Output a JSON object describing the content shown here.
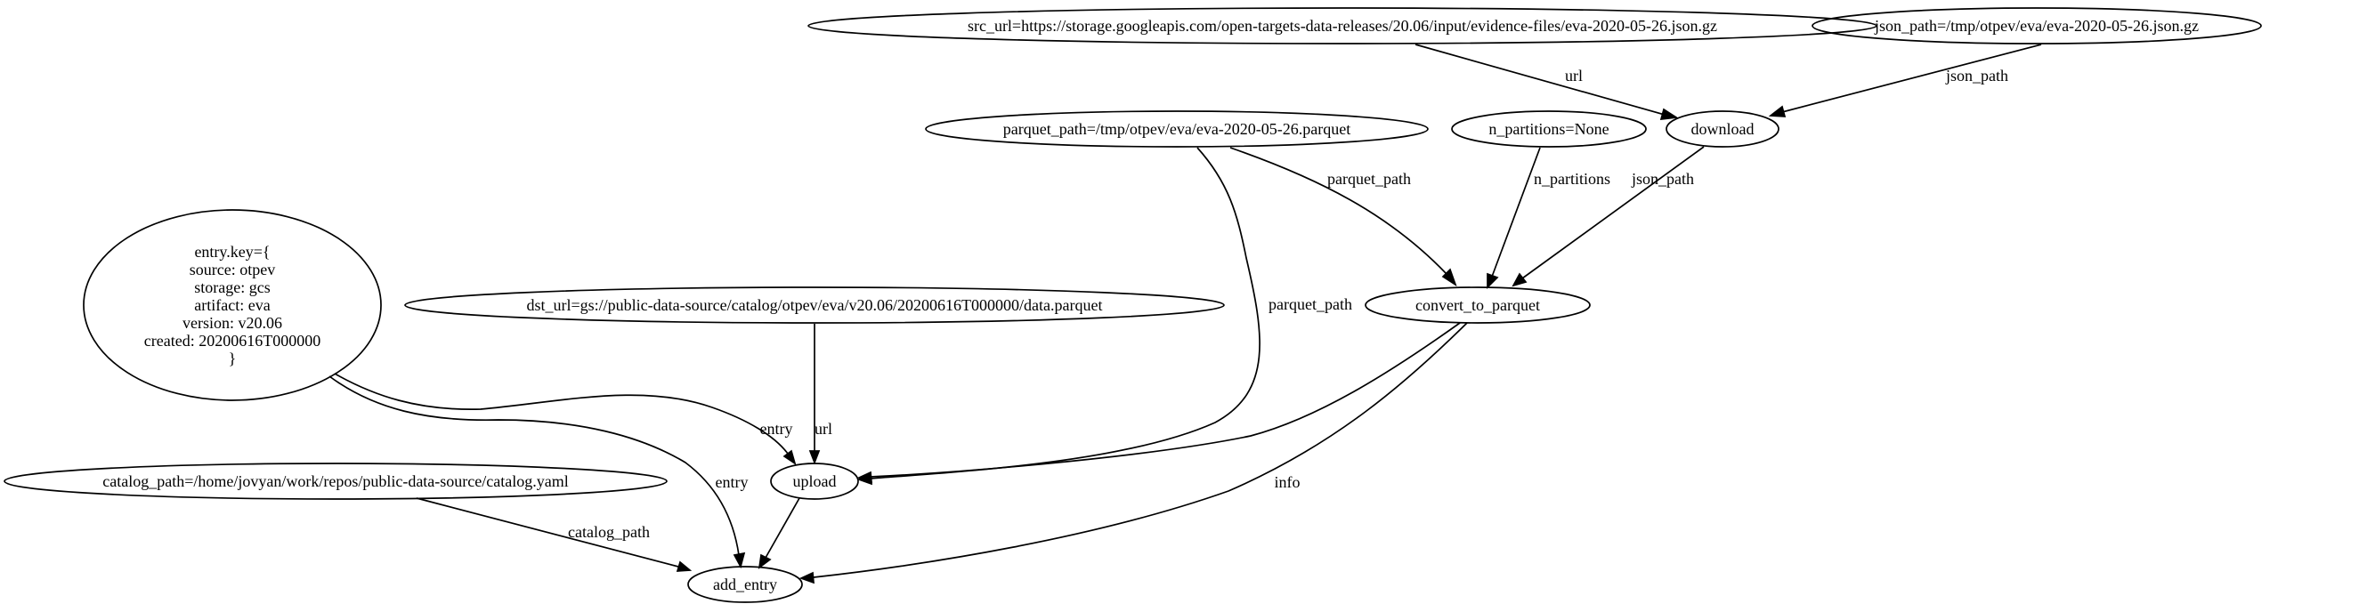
{
  "nodes": {
    "src_url": "src_url=https://storage.googleapis.com/open-targets-data-releases/20.06/input/evidence-files/eva-2020-05-26.json.gz",
    "json_path": "json_path=/tmp/otpev/eva/eva-2020-05-26.json.gz",
    "parquet_path": "parquet_path=/tmp/otpev/eva/eva-2020-05-26.parquet",
    "n_partitions": "n_partitions=None",
    "download": "download",
    "entry_key": [
      "entry.key={",
      "source: otpev",
      "storage: gcs",
      "artifact: eva",
      "version: v20.06",
      "created: 20200616T000000",
      "}"
    ],
    "dst_url": "dst_url=gs://public-data-source/catalog/otpev/eva/v20.06/20200616T000000/data.parquet",
    "convert_to_parquet": "convert_to_parquet",
    "catalog_path": "catalog_path=/home/jovyan/work/repos/public-data-source/catalog.yaml",
    "upload": "upload",
    "add_entry": "add_entry"
  },
  "edges": {
    "url_download": "url",
    "json_path_download": "json_path",
    "parquet_path_convert": "parquet_path",
    "n_partitions_convert": "n_partitions",
    "json_path_convert": "json_path",
    "parquet_path_upload": "parquet_path",
    "entry_upload": "entry",
    "url_upload": "url",
    "entry_add_entry": "entry",
    "info_add_entry": "info",
    "catalog_path_add_entry": "catalog_path"
  }
}
